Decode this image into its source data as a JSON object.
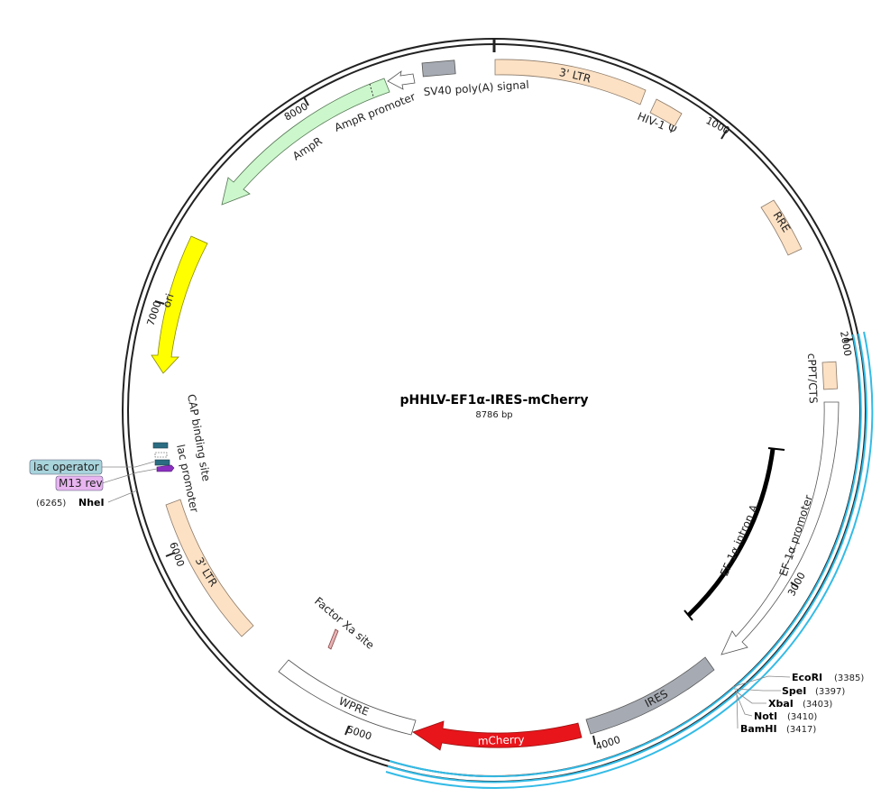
{
  "plasmid": {
    "name": "pHHLV-EF1α-IRES-mCherry",
    "length_label": "8786 bp",
    "length_bp": 8786
  },
  "ticks": [
    {
      "label": "1000",
      "bp": 1000
    },
    {
      "label": "2000",
      "bp": 2000
    },
    {
      "label": "3000",
      "bp": 3000
    },
    {
      "label": "4000",
      "bp": 4000
    },
    {
      "label": "5000",
      "bp": 5000
    },
    {
      "label": "6000",
      "bp": 6000
    },
    {
      "label": "7000",
      "bp": 7000
    },
    {
      "label": "8000",
      "bp": 8000
    }
  ],
  "features": {
    "ltr3_top": {
      "label": "3' LTR",
      "color": "#fde1c4"
    },
    "hiv_psi": {
      "label": "HIV-1 Ψ",
      "color": "#fde1c4"
    },
    "rre": {
      "label": "RRE",
      "color": "#fde1c4"
    },
    "cppt": {
      "label": "cPPT/CTS",
      "color": "#fde1c4"
    },
    "ef1a_promoter": {
      "label": "EF-1α promoter",
      "color": "#ffffff"
    },
    "ef1a_intron": {
      "label": "EF-1α intron A",
      "color": "#000000"
    },
    "ires": {
      "label": "IRES",
      "color": "#a6abb3"
    },
    "mcherry": {
      "label": "mCherry",
      "color": "#e8151b"
    },
    "wpre": {
      "label": "WPRE",
      "color": "#ffffff"
    },
    "factor_xa": {
      "label": "Factor Xa site",
      "color": "#e6b3b5"
    },
    "ltr3_bottom": {
      "label": "3' LTR",
      "color": "#fde1c4"
    },
    "lac_promoter": {
      "label": "lac promoter"
    },
    "cap_site": {
      "label": "CAP binding site"
    },
    "ori": {
      "label": "ori",
      "color": "#ffff00"
    },
    "ampr": {
      "label": "AmpR",
      "color": "#ccf7cc"
    },
    "ampr_promoter": {
      "label": "AmpR promoter"
    },
    "sv40": {
      "label": "SV40 poly(A) signal",
      "color": "#a6abb3"
    }
  },
  "sites": [
    {
      "name": "EcoRI",
      "pos": "(3385)"
    },
    {
      "name": "SpeI",
      "pos": "(3397)"
    },
    {
      "name": "XbaI",
      "pos": "(3403)"
    },
    {
      "name": "NotI",
      "pos": "(3410)"
    },
    {
      "name": "BamHI",
      "pos": "(3417)"
    }
  ],
  "left_labels": {
    "lac_operator": "lac operator",
    "m13_rev": "M13 rev",
    "nhei_pos": "(6265)",
    "nhei_name": "NheI"
  },
  "colors": {
    "backbone": "#222222",
    "highlight": "#33bbe6",
    "lac_operator_box": "#a8d4dc",
    "m13_box": "#e8b5f0"
  }
}
